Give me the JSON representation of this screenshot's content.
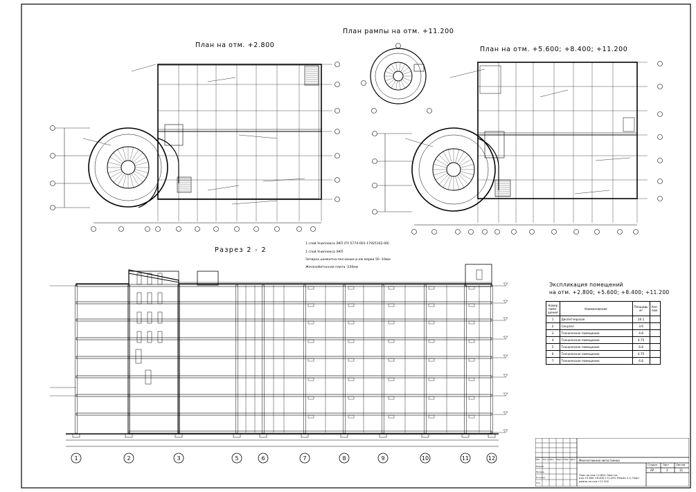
{
  "titles": {
    "plan_2800": "План на отм. +2.800",
    "plan_ramp": "План рампы на отм. +11.200",
    "plan_upper": "План на отм. +5.600; +8.400; +11.200",
    "section": "Разрез 2 - 2"
  },
  "section_notes": [
    "1 слой Униплекса ЭКП (ТУ 5774-001-17925162-99)",
    "1 слой Униплекса ЭКП",
    "Затирка цементно-песчаным р-ом марки 50 -10мм",
    "Железобетонная плита -220мм"
  ],
  "section_axes": [
    "1",
    "2",
    "3",
    "5",
    "6",
    "7",
    "8",
    "9",
    "10",
    "11",
    "12"
  ],
  "explication": {
    "title_line1": "Экспликация помещений",
    "title_line2": "на отм. +2.800; +5.600; +8.400; +11.200",
    "headers": [
      "Номер поме-щения",
      "Наименование",
      "Площадь м²",
      "Кат. пом."
    ],
    "rows": [
      {
        "n": "1",
        "name": "Диспетчерская",
        "area": "24.1",
        "cat": ""
      },
      {
        "n": "2",
        "name": "Санузел",
        "area": "3.6",
        "cat": ""
      },
      {
        "n": "3",
        "name": "Техническое помещение",
        "area": "4.8",
        "cat": ""
      },
      {
        "n": "4",
        "name": "Техническое помещение",
        "area": "4.75",
        "cat": ""
      },
      {
        "n": "5",
        "name": "Техническое помещение",
        "area": "6.8",
        "cat": ""
      },
      {
        "n": "6",
        "name": "Техническое помещение",
        "area": "4.75",
        "cat": ""
      },
      {
        "n": "7",
        "name": "Техническое помещение",
        "area": "6.8",
        "cat": ""
      }
    ]
  },
  "stamp": {
    "object": "Многоэтажная автостоянка",
    "sheet_name": "План на отм.+2.800; План на отм.+5.600;+8.400;+11.200; Разрез 2-2; План рампы на отм.+11.200",
    "stage_label": "Стадия",
    "sheet_label": "Лист",
    "sheets_label": "Листов",
    "stage": "АР",
    "sheet": "3",
    "sheets": "11",
    "header_cells": [
      "Изм.",
      "Кол.уч",
      "Лист",
      "№док",
      "Подп.",
      "Дата"
    ],
    "row_labels": [
      "Разраб.",
      "Провер.",
      "Н.контр.",
      "Утв."
    ]
  },
  "colors": {
    "line": "#000000",
    "paper": "#ffffff"
  }
}
